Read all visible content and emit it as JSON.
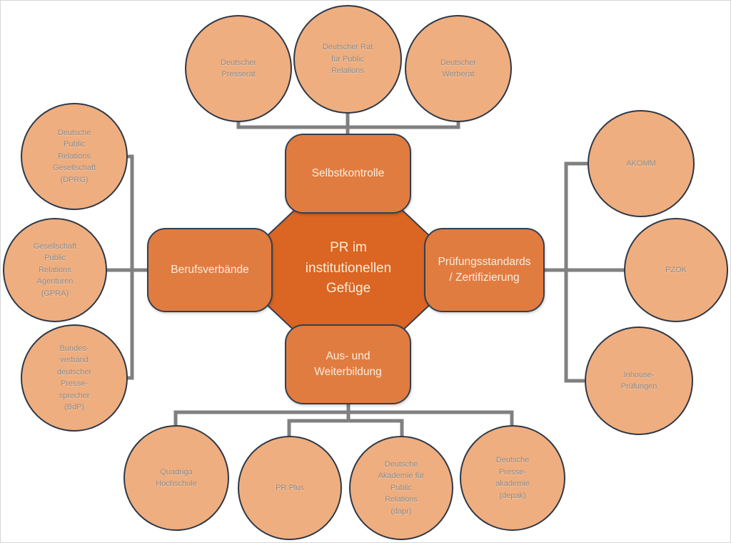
{
  "center": {
    "label": "PR im\ninstitutionellen\nGefüge"
  },
  "branches": {
    "selbstkontrolle": {
      "label": "Selbstkontrolle"
    },
    "berufsverbaende": {
      "label": "Berufsverbände"
    },
    "pruefungsstandards": {
      "label": "Prüfungsstandards\n/ Zertifizierung"
    },
    "aus_und_weiterbildung": {
      "label": "Aus- und\nWeiterbildung"
    }
  },
  "orgs": {
    "selbstkontrolle": [
      {
        "label": "Deutscher\nPresserat"
      },
      {
        "label": "Deutscher Rat\nfür Public\nRelations"
      },
      {
        "label": "Deutscher\nWerberat"
      }
    ],
    "berufsverbaende": [
      {
        "label": "Deutsche\nPublic\nRelations\nGesellschaft\n(DPRG)"
      },
      {
        "label": "Gesellschaft\nPublic\nRelations\nAgenturen\n(GPRA)"
      },
      {
        "label": "Bundes-\nverband\ndeutscher\nPresse-\nsprecher\n(BdP)"
      }
    ],
    "pruefungsstandards": [
      {
        "label": "AKOMM"
      },
      {
        "label": "PZOK"
      },
      {
        "label": "Inhouse-\nPrüfungen"
      }
    ],
    "aus_und_weiterbildung": [
      {
        "label": "Quadriga\nHochschule"
      },
      {
        "label": "PR Plus"
      },
      {
        "label": "Deutsche\nAkademie für\nPublic\nRelations\n(dapr)"
      },
      {
        "label": "Deutsche\nPresse-\nakademie\n(depak)"
      }
    ]
  },
  "colors": {
    "center_fill": "#DB6522",
    "branch_fill": "#E17C41",
    "org_fill": "#EFAE7F",
    "outline": "#333F50",
    "connector": "#808080",
    "branch_text": "#F7EEDC",
    "org_text": "#8C8C8C"
  }
}
